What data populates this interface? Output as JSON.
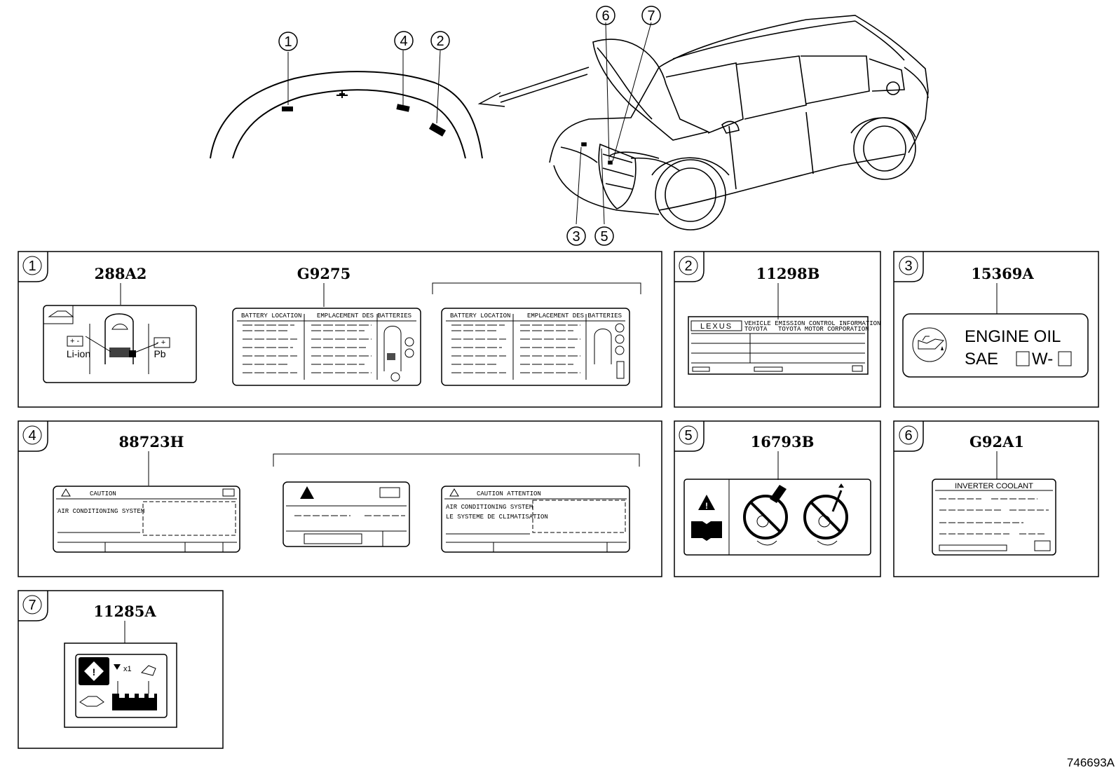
{
  "diagram_id": "746693A",
  "callouts": {
    "c1": "1",
    "c2": "2",
    "c3": "3",
    "c4": "4",
    "c5": "5",
    "c6": "6",
    "c7": "7"
  },
  "panels": {
    "p1": {
      "number": "1",
      "codes": [
        "288A2",
        "G9275"
      ],
      "label_288a2": {
        "li": "Li-ion",
        "pb": "Pb"
      },
      "battery_label": {
        "left": "BATTERY LOCATION",
        "right": "EMPLACEMENT DES BATTERIES"
      }
    },
    "p2": {
      "number": "2",
      "code": "11298B",
      "brand": "LEXUS",
      "line1": "VEHICLE EMISSION CONTROL INFORMATION",
      "line2a": "TOYOTA",
      "line2b": "TOYOTA MOTOR CORPORATION"
    },
    "p3": {
      "number": "3",
      "code": "15369A",
      "line1": "ENGINE  OIL",
      "line2a": "SAE",
      "line2b": "W-"
    },
    "p4": {
      "number": "4",
      "code": "88723H",
      "caution": "CAUTION",
      "ac_system": "AIR CONDITIONING SYSTEM",
      "caution_attention": "CAUTION  ATTENTION",
      "ac_system_fr": "LE SYSTEME DE CLIMATISATION"
    },
    "p5": {
      "number": "5",
      "code": "16793B"
    },
    "p6": {
      "number": "6",
      "code": "G92A1",
      "title": "INVERTER COOLANT"
    },
    "p7": {
      "number": "7",
      "code": "11285A",
      "x1": "x1"
    }
  }
}
